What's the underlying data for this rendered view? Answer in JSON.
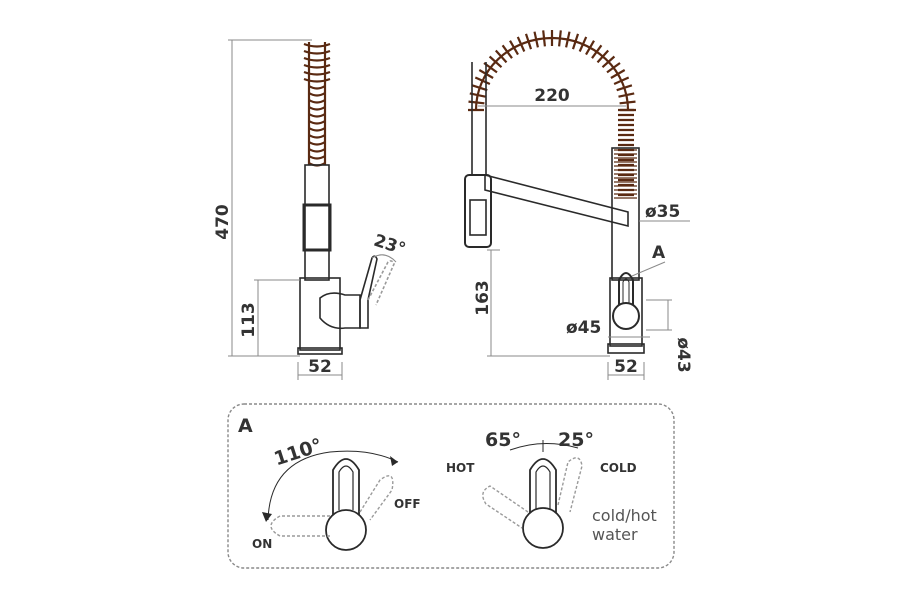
{
  "side_view": {
    "height_total": "470",
    "height_body": "113",
    "base_width": "52",
    "lever_angle": "23°"
  },
  "front_view": {
    "reach": "220",
    "spout_diameter": "ø35",
    "detail_ref": "A",
    "spout_height": "163",
    "base_diameter": "ø45",
    "base_width": "52",
    "mount_diameter": "ø43"
  },
  "detail": {
    "title": "A",
    "angle_onoff": "110°",
    "label_on": "ON",
    "label_off": "OFF",
    "angle_hot": "65°",
    "angle_cold": "25°",
    "label_hot": "HOT",
    "label_cold": "COLD",
    "note_line1": "cold/hot",
    "note_line2": "water"
  },
  "colors": {
    "line": "#2a2a2a",
    "spring": "#5a2a12",
    "dim_line": "#8a8a8a",
    "dashed": "#9a9a9a"
  }
}
